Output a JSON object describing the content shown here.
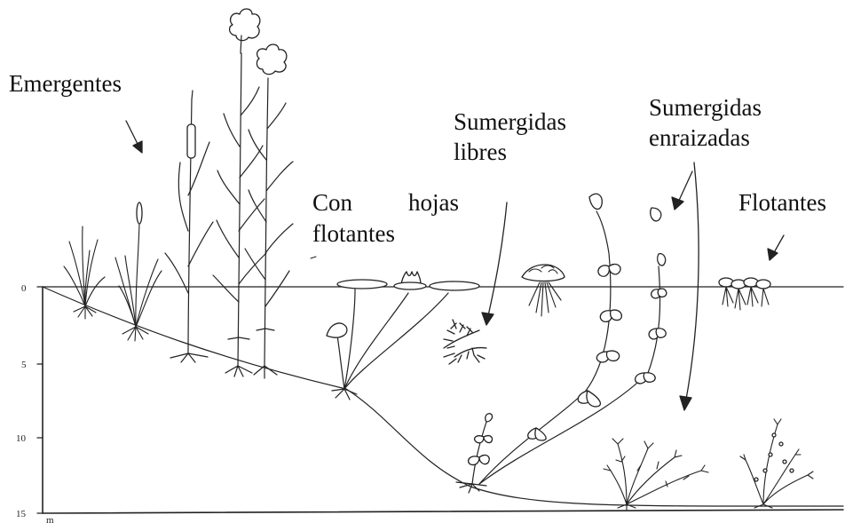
{
  "labels": {
    "emergentes": "Emergentes",
    "sumergidas_libres_1": "Sumergidas",
    "sumergidas_libres_2": "libres",
    "sumergidas_enraizadas_1": "Sumergidas",
    "sumergidas_enraizadas_2": "enraizadas",
    "con": "Con",
    "hojas": "hojas",
    "flotantes_hojas": "flotantes",
    "flotantes": "Flotantes"
  },
  "depth_axis": {
    "ticks": [
      "0",
      "5",
      "10",
      "15"
    ],
    "unit": "m"
  },
  "colors": {
    "ink": "#222222",
    "background": "#ffffff"
  }
}
